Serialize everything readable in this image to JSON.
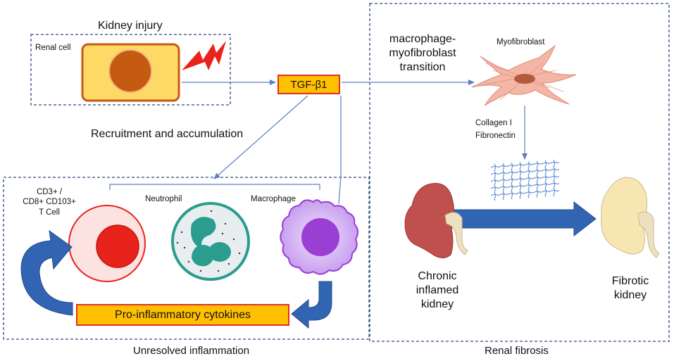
{
  "kidney_injury": {
    "title": "Kidney injury",
    "renal_cell_label": "Renal cell"
  },
  "tgf": {
    "label": "TGF-β1"
  },
  "recruitment": {
    "label": "Recruitment and accumulation"
  },
  "transition": {
    "label": "macrophage-\nmyofibroblast\ntransition"
  },
  "myofibroblast": {
    "label": "Myofibroblast"
  },
  "ecm": {
    "label": "Collagen I\nFibronectin"
  },
  "cells": {
    "tcell_label": "CD3+ /\nCD8+ CD103+\nT Cell",
    "neutrophil_label": "Neutrophil",
    "macrophage_label": "Macrophage"
  },
  "cytokines": {
    "label": "Pro-inflammatory cytokines"
  },
  "kidneys": {
    "chronic_label": "Chronic\ninflamed\nkidney",
    "fibrotic_label": "Fibrotic\nkidney"
  },
  "sections": {
    "inflammation_label": "Unresolved inflammation",
    "fibrosis_label": "Renal fibrosis"
  },
  "colors": {
    "dashed_border": "#2e4a7d",
    "arrow_line": "#5b7fc2",
    "big_arrow": "#3264b4",
    "tgf_fill": "#ffc000",
    "tgf_border": "#e0302a",
    "renal_cell_fill": "#ffd966",
    "nucleus": "#c55a11",
    "lightning": "#e8231b",
    "tcell_outer": "#f9d4d4",
    "tcell_nucleus": "#e8231b",
    "neutrophil": "#2a9d8f",
    "macrophage": "#c39ce6",
    "macrophage_nucleus": "#9a3fd4",
    "chronic_kidney": "#c0504d",
    "fibrotic_kidney": "#f8e6b2",
    "ureter": "#ede0bf"
  }
}
